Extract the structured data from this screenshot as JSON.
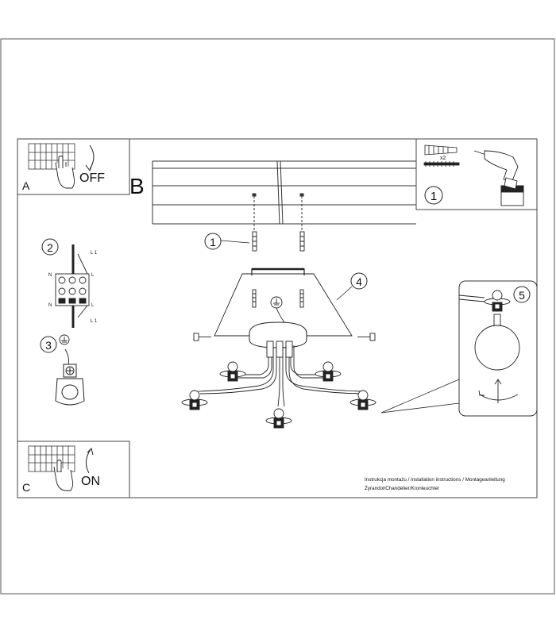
{
  "panel_a": {
    "letter": "A",
    "action": "OFF"
  },
  "panel_b": {
    "letter": "B"
  },
  "panel_c": {
    "letter": "C",
    "action": "ON"
  },
  "tools": {
    "step": "1",
    "quantity": "x2"
  },
  "wiring": {
    "step": "2",
    "label_top": "L 1",
    "label_bottom": "L 1",
    "label_n_left": "N",
    "label_l_right": "L",
    "label_n_left_2": "N",
    "label_l_right_2": "L"
  },
  "earth": {
    "step": "3"
  },
  "screws_step": "1",
  "canopy_step": "4",
  "bulb_step": "5",
  "footer": {
    "line1": "Instrukcja montażu / installation instructions / Montageanleitung",
    "line2": "Żyrandol/Chandelier/Kronleuchter"
  }
}
